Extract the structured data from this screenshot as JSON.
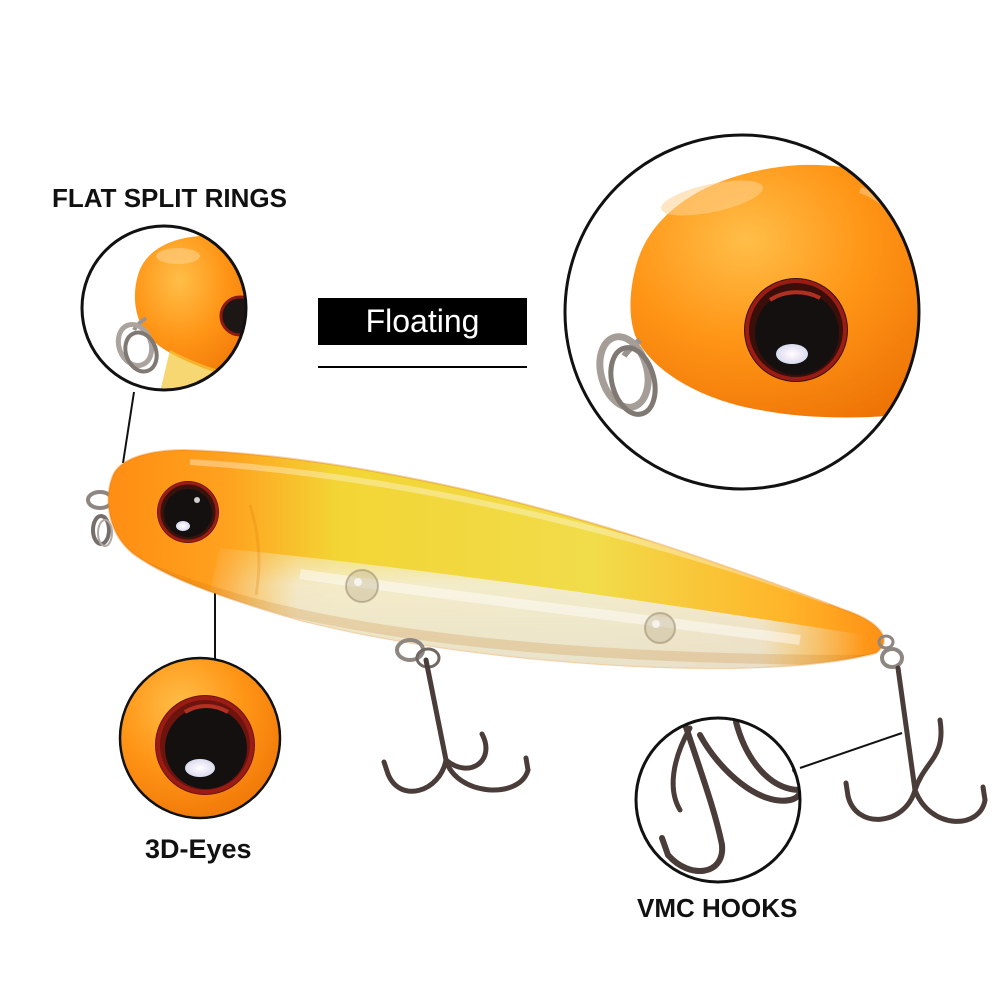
{
  "labels": {
    "split_rings": "FLAT SPLIT RINGS",
    "floating": "Floating",
    "eyes": "3D-Eyes",
    "hooks": "VMC HOOKS"
  },
  "colors": {
    "background": "#ffffff",
    "text": "#111111",
    "badge": "#000000",
    "badge_text": "#ffffff",
    "lure_head": "#ff8c12",
    "lure_back": "#f3d535",
    "lure_belly": "#f3efe2",
    "eye": "#141010",
    "eye_rim": "#9a1c14",
    "hook_metal": "#4a3c39",
    "ring_metal": "#a29b96"
  }
}
